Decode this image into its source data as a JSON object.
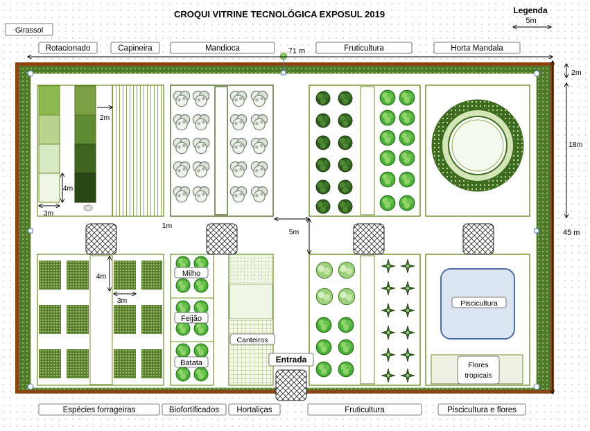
{
  "title": "CROQUI VITRINE TECNOLÓGICA EXPOSUL 2019",
  "legend": {
    "title": "Legenda",
    "scale_label": "5m"
  },
  "girassol": "Girassol",
  "top_labels": {
    "rotacionado": "Rotacionado",
    "capineira": "Capineira",
    "mandioca": "Mandioca",
    "fruticultura": "Fruticultura",
    "horta_mandala": "Horta Mandala"
  },
  "bottom_labels": {
    "especies": "Espécies forrageiras",
    "biofortificados": "Biofortificados",
    "hortalicas": "Hortaliças",
    "fruticultura": "Fruticultura",
    "piscicultura_flores": "Piscicultura e flores"
  },
  "plot_labels": {
    "milho": "Milho",
    "feijao": "Feijão",
    "batata": "Batata",
    "canteiros": "Canteiros",
    "piscicultura": "Piscicultura",
    "flores_line1": "Flores",
    "flores_line2": "tropicais",
    "entrada": "Entrada"
  },
  "dimensions": {
    "width_total": "71 m",
    "height_total": "45 m",
    "border": "2m",
    "block_height": "18m",
    "walkway": "5m",
    "spacing_1m": "1m",
    "rot_strip": "2m",
    "rot_cell_h": "4m",
    "rot_cell_w": "3m",
    "forr_v": "4m",
    "forr_h": "3m"
  },
  "colors": {
    "border_brown": "#8b4513",
    "grass_green": "#4e7a2a",
    "plot_outline": "#6b8e23",
    "dark_green": "#3d6b1f",
    "pond_blue": "#dbe5f1",
    "pond_border": "#4a6fa5"
  }
}
